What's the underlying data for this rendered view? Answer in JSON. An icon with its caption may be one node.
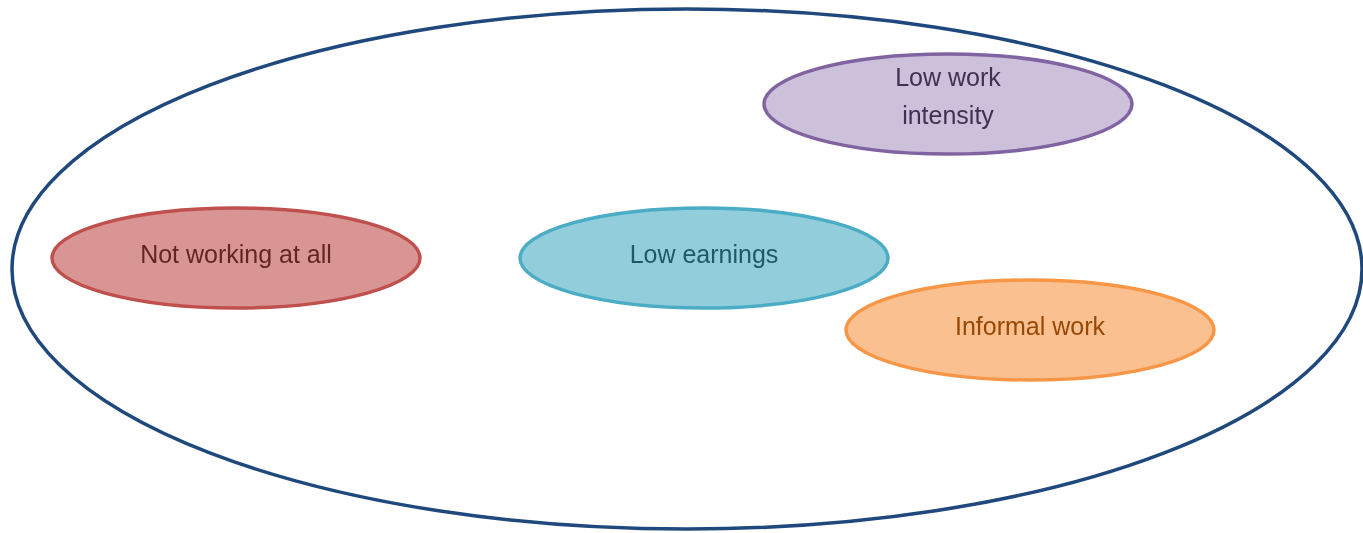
{
  "diagram": {
    "nodes": [
      {
        "text": [],
        "shape": "ellipse"
      },
      {
        "text": [
          "Low work intensity"
        ],
        "in": 0
      },
      {
        "text": [
          "Not working at all"
        ],
        "in": 0
      },
      {
        "text": [
          "Low earnings"
        ],
        "in": 0
      },
      {
        "text": [
          "Informal work"
        ],
        "in": 0
      }
    ],
    "edges": []
  }
}
